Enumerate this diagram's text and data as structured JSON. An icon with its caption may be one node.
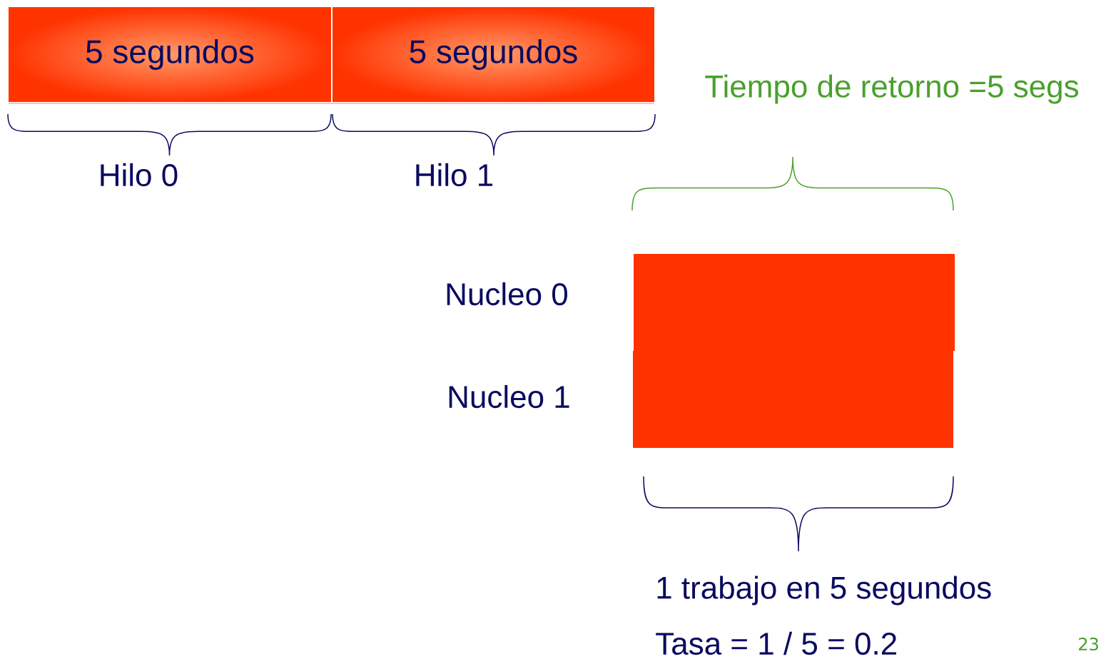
{
  "diagram": {
    "nodes": [
      {
        "text": [
          "5 segundos"
        ]
      },
      {
        "text": [
          "5 segundos"
        ]
      },
      {
        "text": [],
        "shape": "box"
      },
      {
        "text": [],
        "shape": "box"
      }
    ],
    "labels": [
      "Hilo 0",
      "Hilo 1",
      "Tiempo de retorno =5 segs",
      "Nucleo 0",
      "Nucleo 1",
      "1 trabajo en 5 segundos",
      "Tasa = 1 / 5 = 0.2",
      "23"
    ]
  }
}
